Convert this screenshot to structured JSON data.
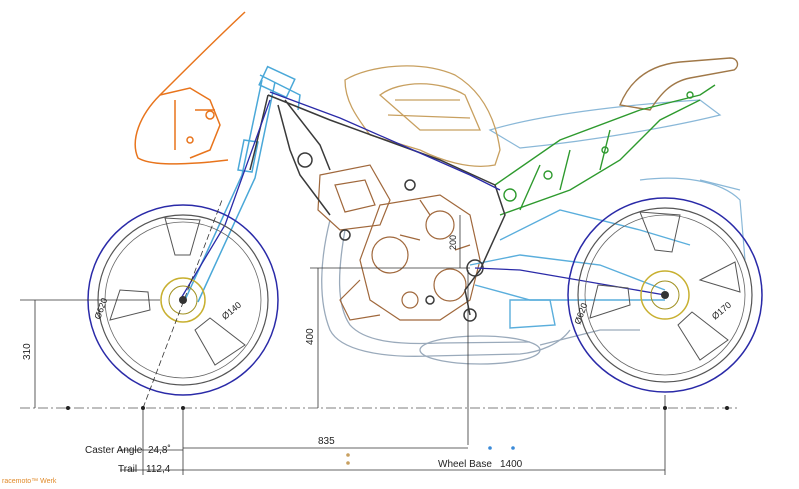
{
  "annotations": {
    "caster_angle_label": "Caster Angle",
    "caster_angle_value": "24,8˚",
    "trail_label": "Trail",
    "trail_value": "112,4",
    "wheel_base_label": "Wheel Base",
    "wheel_base_value": "1400",
    "dim_835": "835",
    "dim_310": "310",
    "dim_400": "400",
    "dim_200": "200",
    "front_rim": "Ø620",
    "front_hub": "Ø140",
    "rear_rim": "Ø620",
    "rear_hub": "Ø170"
  },
  "watermark": "racemoto™ Werk",
  "colors": {
    "wheel": "#2a2aa8",
    "frame": "#3a3a3a",
    "fork": "#4aa8d8",
    "fairing": "#e8741c",
    "tank": "#c8a060",
    "subframe": "#2e9a2e",
    "engine": "#a0683c",
    "exhaust": "#9aaabb",
    "swingarm": "#5aaedc"
  }
}
